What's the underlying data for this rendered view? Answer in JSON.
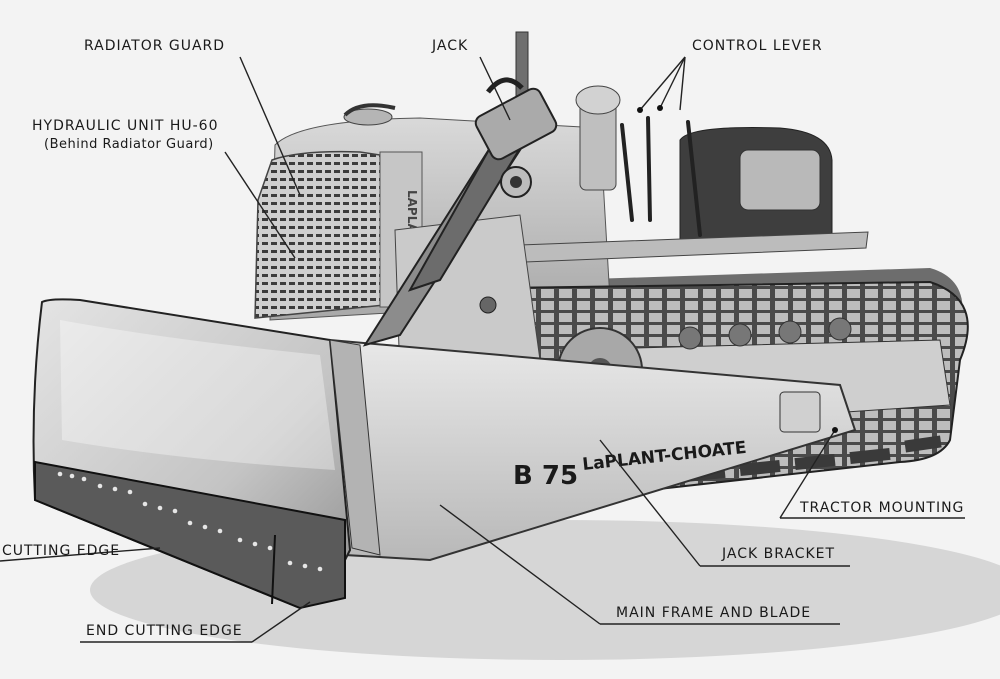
{
  "machine": {
    "model": "B 75",
    "brand": "LaPLANT-CHOATE",
    "grille_badge": "LAPLANT"
  },
  "callouts": {
    "radiator_guard": "RADIATOR GUARD",
    "hydraulic_unit": "HYDRAULIC UNIT HU-60",
    "hydraulic_unit_note": "(Behind Radiator Guard)",
    "jack": "JACK",
    "control_lever": "CONTROL LEVER",
    "tractor_mounting": "TRACTOR MOUNTING",
    "cutting_edge": "CUTTING EDGE",
    "jack_bracket": "JACK BRACKET",
    "main_frame_and_blade": "MAIN FRAME AND BLADE",
    "end_cutting_edge": "END CUTTING EDGE"
  },
  "colors": {
    "paper": "#f3f3f3",
    "ink": "#1a1a1a",
    "metal_light": "#d6d6d6",
    "metal_mid": "#9a9a9a",
    "metal_dark": "#3a3a3a"
  }
}
